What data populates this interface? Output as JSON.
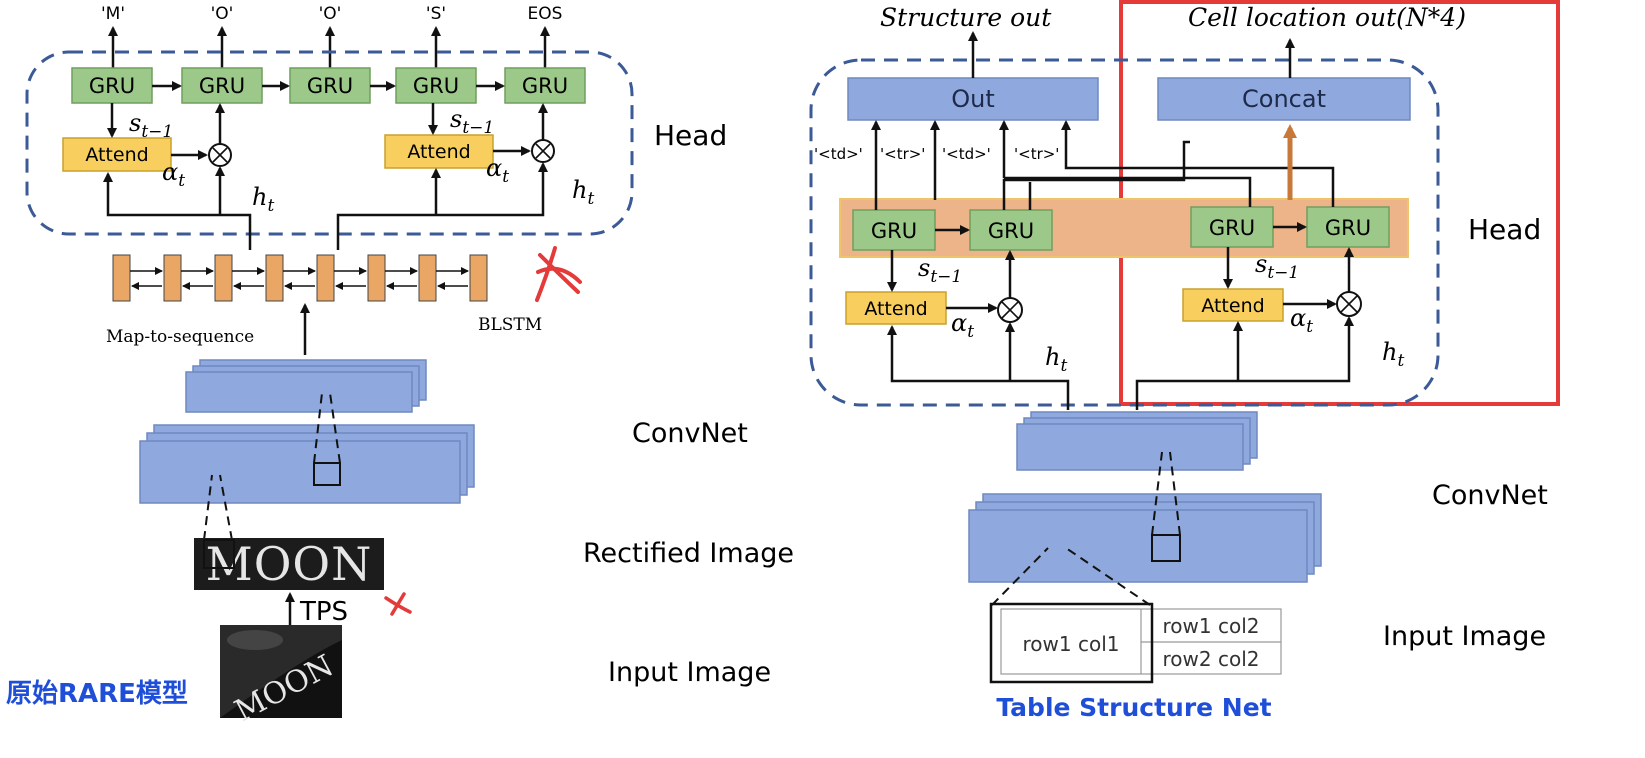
{
  "colors": {
    "gru_fill": "#9cc98a",
    "attend_fill": "#f8cf5f",
    "conv_fill": "#8fa9de",
    "head_band": "#edb48a",
    "highlight_red": "#e43a3a",
    "caption_blue": "#1f4fd8",
    "orange_arrow": "#c87838",
    "blstm_fill": "#e9a664"
  },
  "left": {
    "outputs": [
      "'M'",
      "'O'",
      "'O'",
      "'S'",
      "EOS"
    ],
    "gru_label": "GRU",
    "attend_label": "Attend",
    "s_label": "s",
    "s_sub": "t−1",
    "alpha_label": "α",
    "alpha_sub": "t",
    "h_label": "h",
    "h_sub": "t",
    "head_label": "Head",
    "blstm_label": "BLSTM",
    "map_label": "Map-to-sequence",
    "convnet_label": "ConvNet",
    "rectified_label": "Rectified Image",
    "tps_label": "TPS",
    "input_label": "Input Image",
    "moon_text": "MOON",
    "caption": "原始RARE模型"
  },
  "right": {
    "structure_out": "Structure out",
    "cell_out": "Cell location out(N*4)",
    "out_label": "Out",
    "concat_label": "Concat",
    "tokens": [
      "'<td>'",
      "'<tr>'",
      "'<td>'",
      "'<tr>'"
    ],
    "gru_label": "GRU",
    "attend_label": "Attend",
    "s_label": "s",
    "s_sub": "t−1",
    "alpha_label": "α",
    "alpha_sub": "t",
    "h_label": "h",
    "h_sub": "t",
    "head_label": "Head",
    "convnet_label": "ConvNet",
    "input_label": "Input Image",
    "table_cells": [
      "row1 col1",
      "row1 col2",
      "row2 col2"
    ],
    "caption": "Table Structure Net"
  }
}
